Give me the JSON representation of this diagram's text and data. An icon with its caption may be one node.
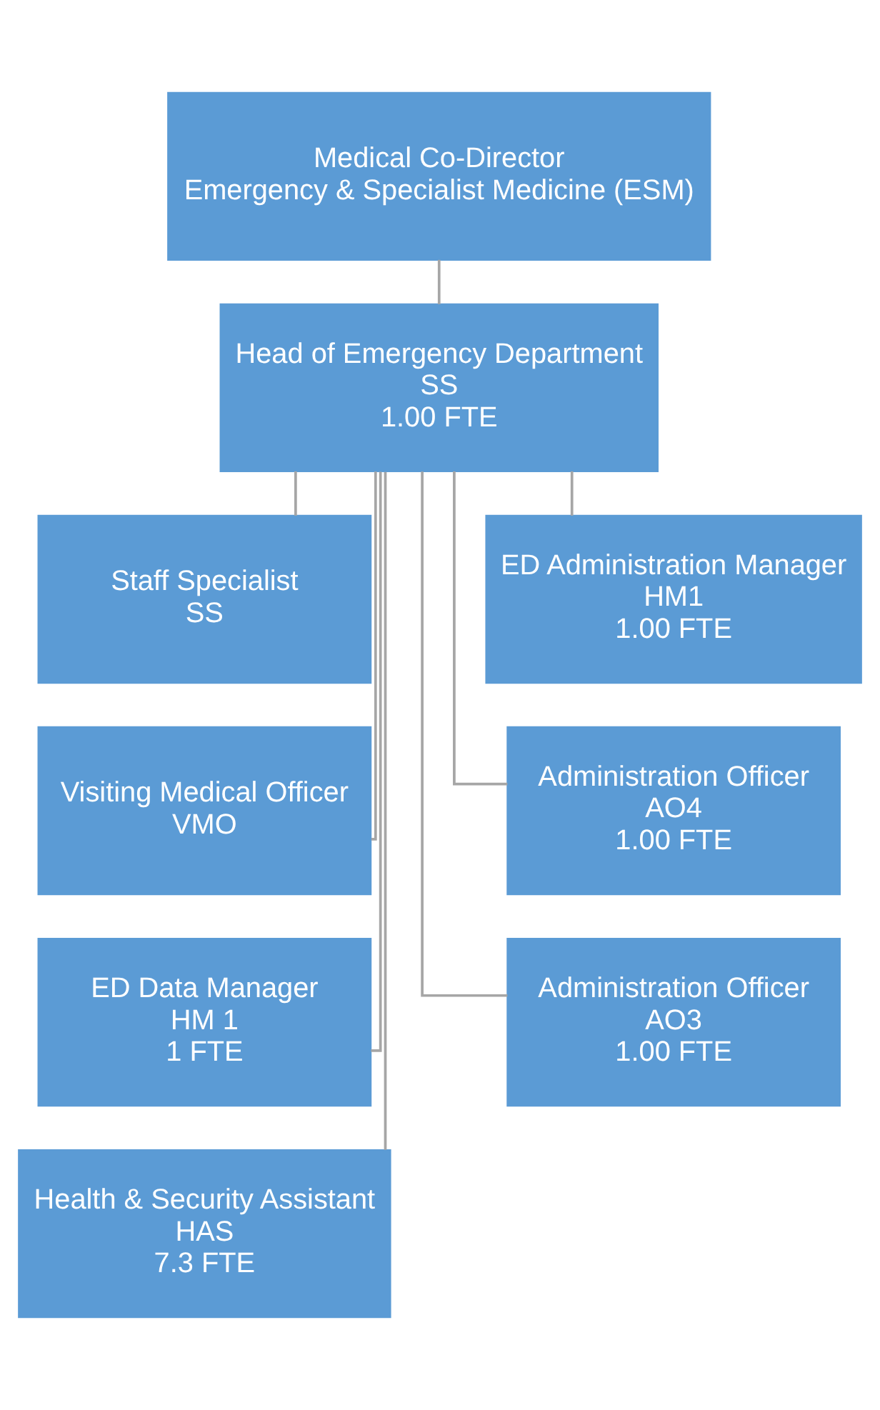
{
  "diagram": {
    "nodes": [
      {
        "text": [
          "Medical Co-Director",
          "Emergency & Specialist Medicine (ESM)"
        ]
      },
      {
        "text": [
          "Head of Emergency Department",
          "SS",
          "1.00 FTE"
        ]
      },
      {
        "text": [
          "Staff Specialist",
          "SS"
        ]
      },
      {
        "text": [
          "ED Administration Manager",
          "HM1",
          "1.00 FTE"
        ]
      },
      {
        "text": [
          "Visiting Medical Officer",
          "VMO"
        ]
      },
      {
        "text": [
          "Administration Officer",
          "AO4",
          "1.00 FTE"
        ]
      },
      {
        "text": [
          "ED Data Manager",
          "HM 1",
          "1 FTE"
        ]
      },
      {
        "text": [
          "Administration Officer",
          "AO3",
          "1.00 FTE"
        ]
      },
      {
        "text": [
          "Health & Security Assistant",
          "HAS",
          "7.3 FTE"
        ]
      }
    ],
    "edges": [
      {
        "from": 0,
        "to": 1,
        "arrow": "none"
      },
      {
        "from": 1,
        "to": 2,
        "arrow": "none"
      },
      {
        "from": 1,
        "to": 3,
        "arrow": "none"
      },
      {
        "from": 1,
        "to": 4,
        "arrow": "none"
      },
      {
        "from": 1,
        "to": 5,
        "arrow": "none"
      },
      {
        "from": 1,
        "to": 6,
        "arrow": "none"
      },
      {
        "from": 1,
        "to": 7,
        "arrow": "none"
      },
      {
        "from": 1,
        "to": 8,
        "arrow": "none"
      }
    ]
  }
}
